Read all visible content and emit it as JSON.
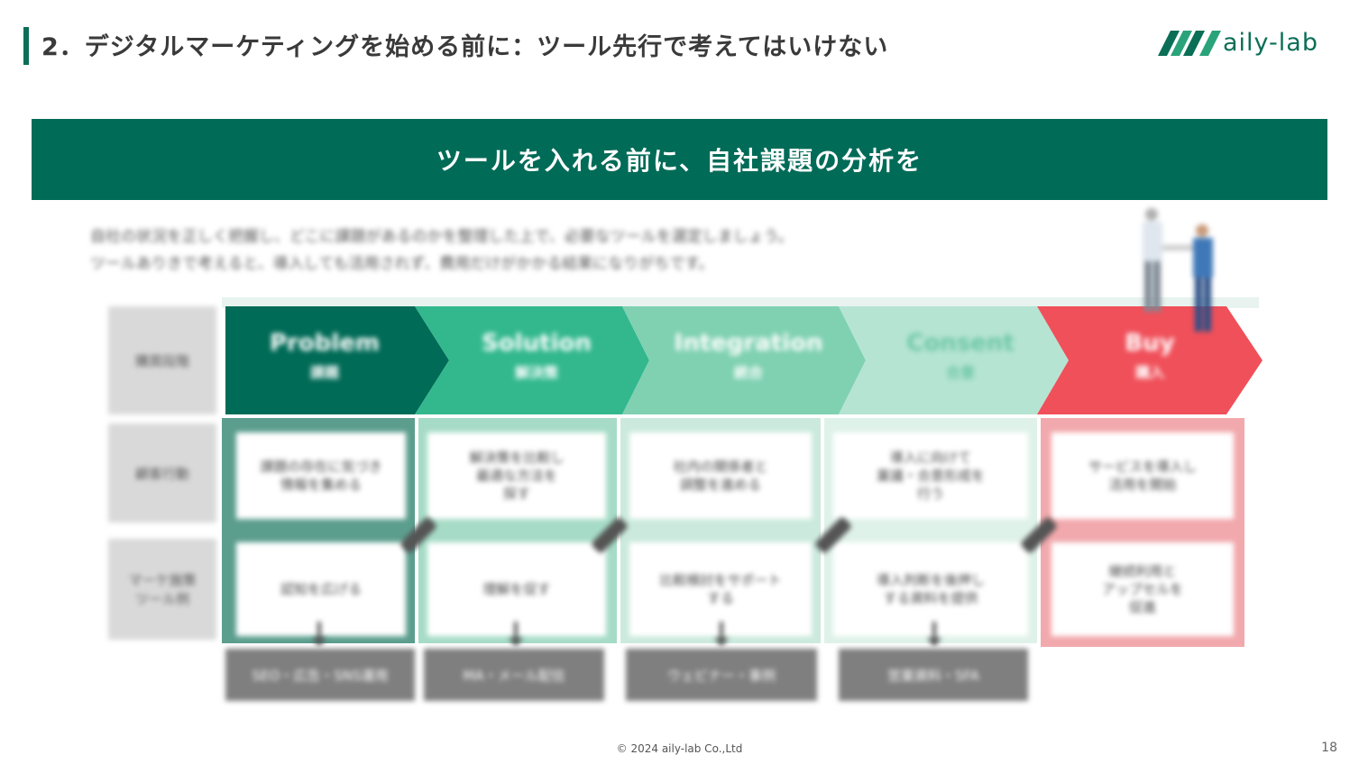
{
  "header": {
    "title": "2．デジタルマーケティングを始める前に：ツール先行で考えてはいけない",
    "logo_text": "aily-lab"
  },
  "banner": {
    "text": "ツールを入れる前に、自社課題の分析を"
  },
  "intro": {
    "line1": "自社の状況を正しく把握し、どこに課題があるのかを整理した上で、必要なツールを選定しましょう。",
    "line2": "ツールありきで考えると、導入しても活用されず、費用だけがかかる結果になりがちです。"
  },
  "rows": {
    "stage_label": "購買段階",
    "goal_label": "顧客行動",
    "measure_label": "マーケ施策",
    "measure_line2": "ツール例"
  },
  "stages": [
    {
      "en": "Problem",
      "jp": "課題"
    },
    {
      "en": "Solution",
      "jp": "解決策"
    },
    {
      "en": "Integration",
      "jp": "統合"
    },
    {
      "en": "Consent",
      "jp": "合意"
    },
    {
      "en": "Buy",
      "jp": "購入"
    }
  ],
  "goals": [
    {
      "line1": "課題の存在に気づき",
      "line2": "情報を集める"
    },
    {
      "line1": "解決策を比較し",
      "line2": "最適な方法を",
      "line3": "探す"
    },
    {
      "line1": "社内の関係者と",
      "line2": "調整を進める"
    },
    {
      "line1": "導入に向けて",
      "line2": "稟議・合意形成を",
      "line3": "行う"
    },
    {
      "line1": "サービスを導入し",
      "line2": "活用を開始"
    }
  ],
  "measures": [
    {
      "line1": "認知を広げる"
    },
    {
      "line1": "理解を促す"
    },
    {
      "line1": "比較検討をサポート",
      "line2": "する"
    },
    {
      "line1": "導入判断を後押し",
      "line2": "する資料を提供"
    },
    {
      "line1": "継続利用と",
      "line2": "アップセルを",
      "line3": "促進"
    }
  ],
  "tools": [
    "SEO・広告・SNS運用",
    "MA・メール配信",
    "ウェビナー・事例",
    "営業資料・SFA"
  ],
  "footer": {
    "copyright": "© 2024 aily-lab Co.,Ltd",
    "page": "18"
  },
  "colors": {
    "brand": "#0b6e56",
    "stage1": "#006b57",
    "stage2": "#33b88e",
    "stage3": "#7fd1b2",
    "stage4": "#b5e4d3",
    "stage5": "#f0505a"
  }
}
